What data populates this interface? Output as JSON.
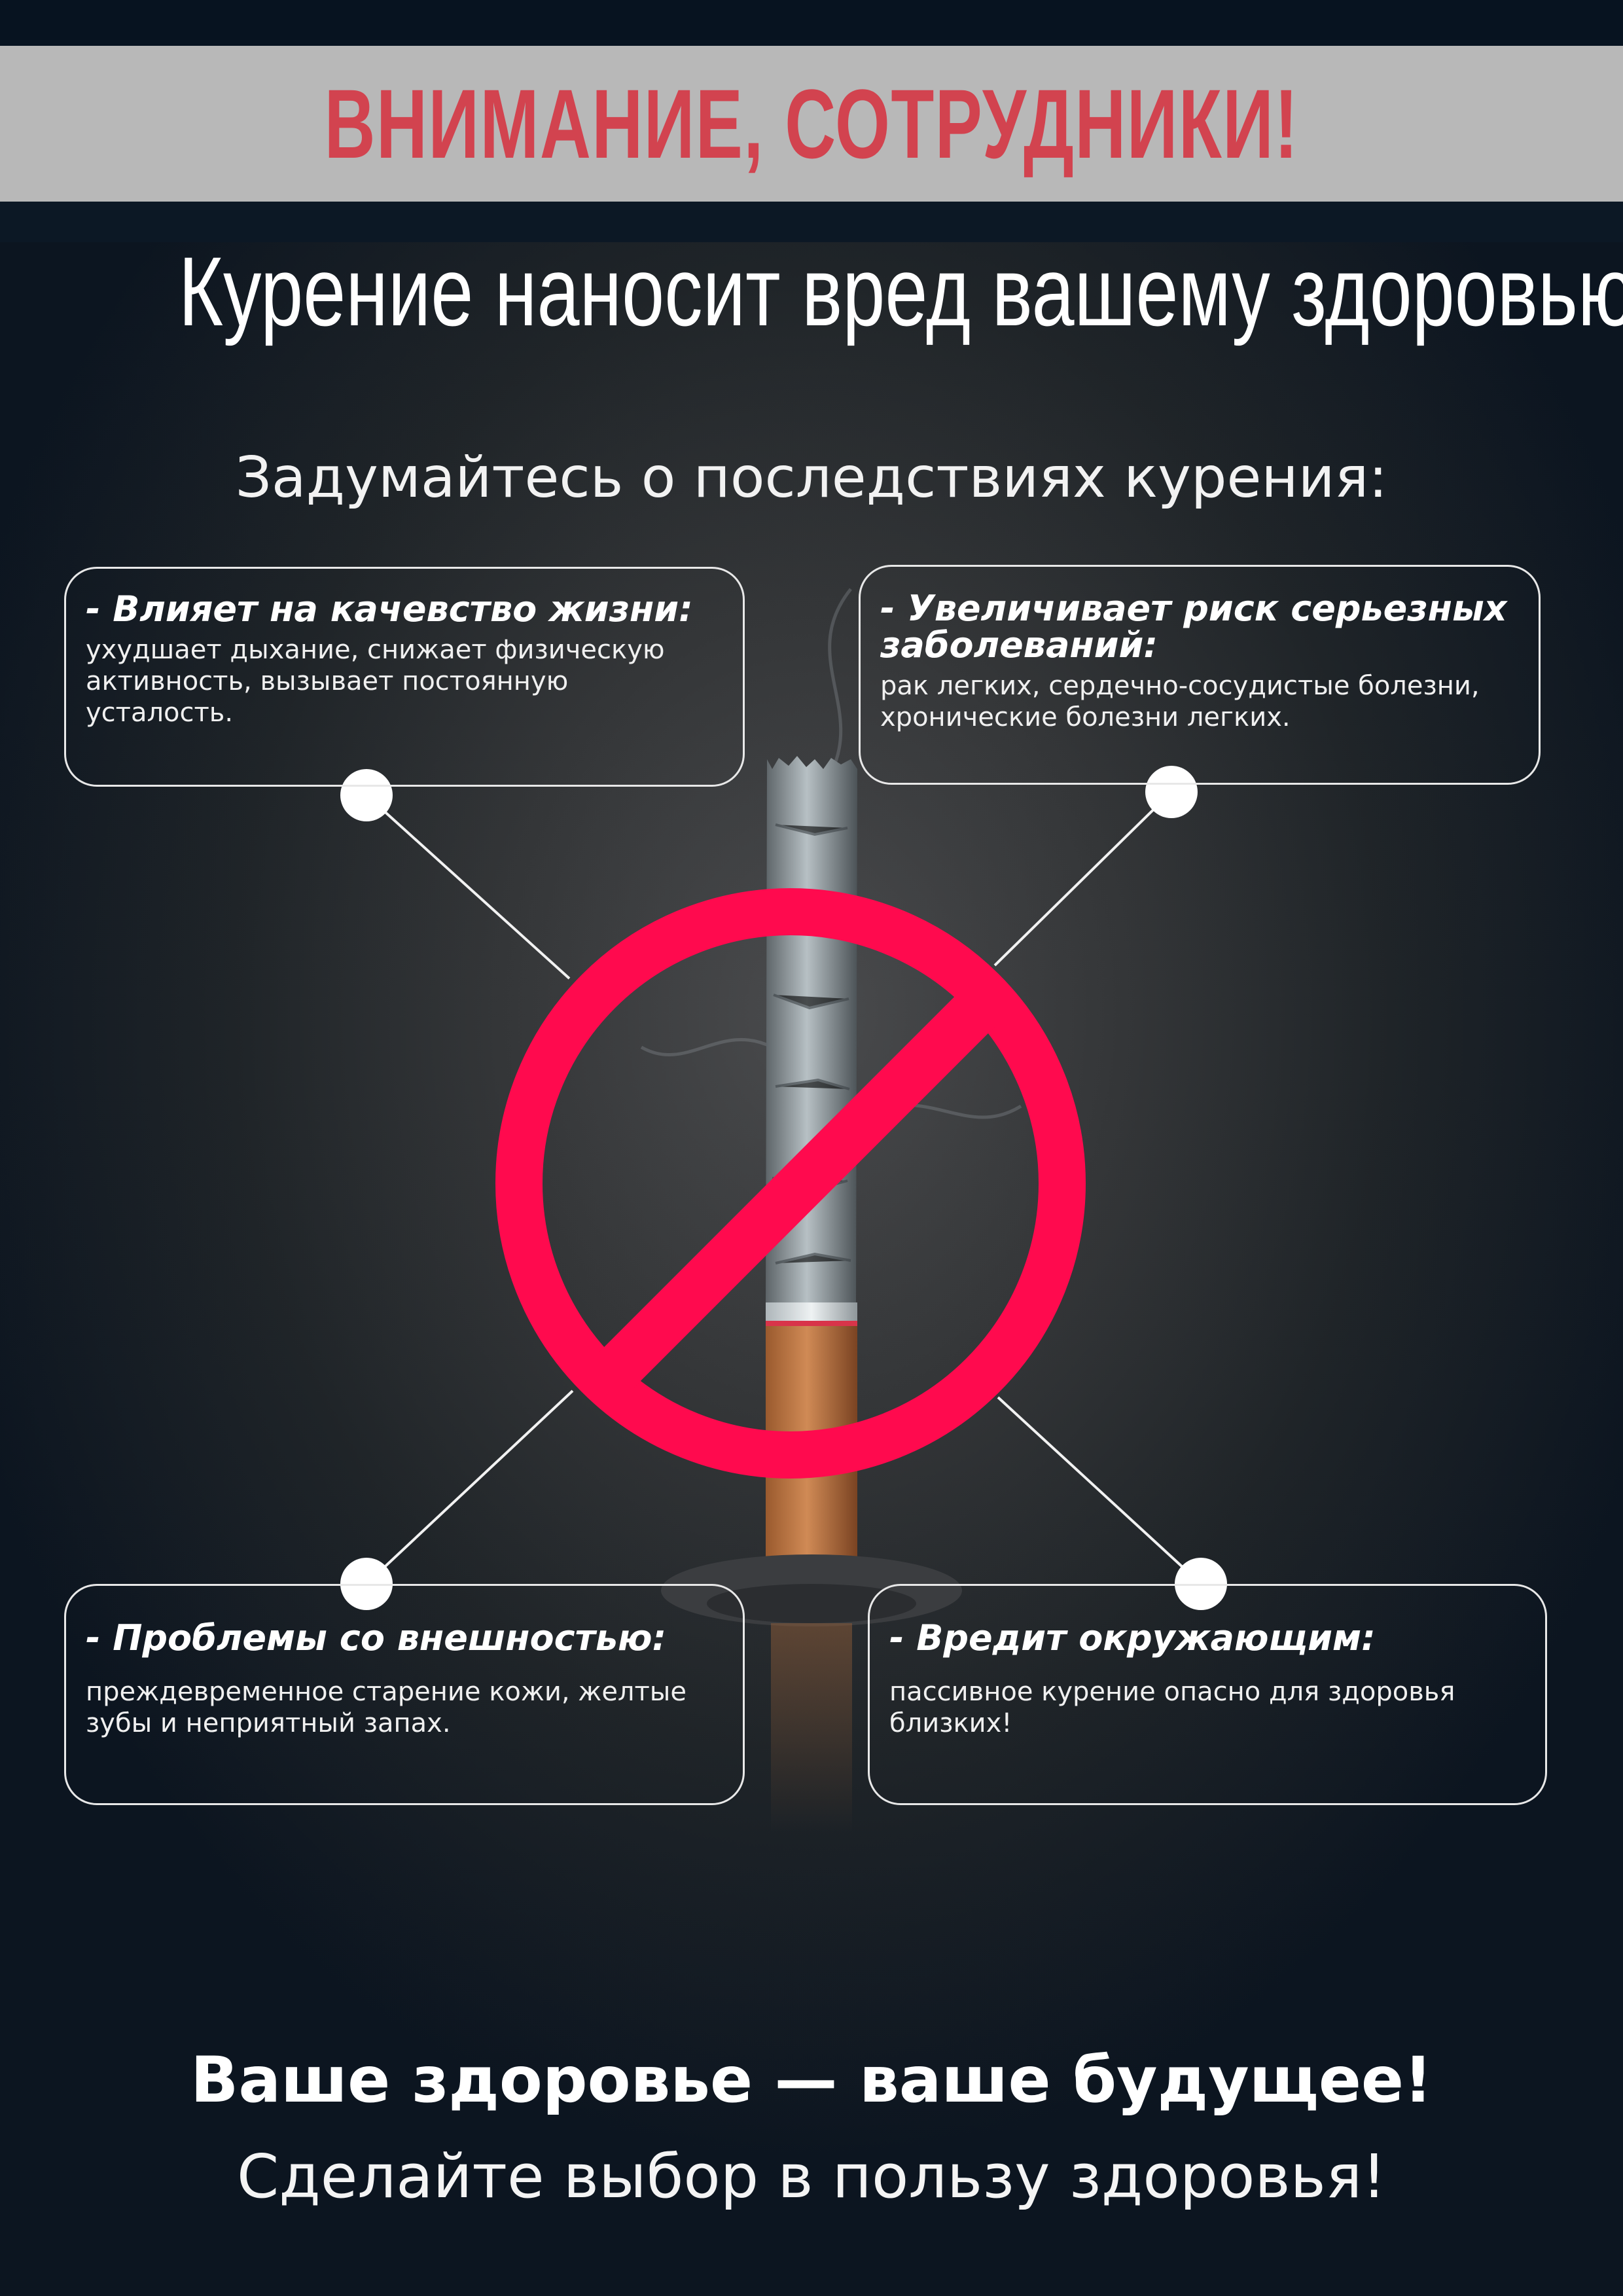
{
  "banner": {
    "title": "ВНИМАНИЕ, СОТРУДНИКИ!"
  },
  "headline": "Курение наносит вред вашему здоровью!",
  "subhead": "Задумайтесь о последствиях курения:",
  "cards": [
    {
      "title": "- Влияет на качевство жизни:",
      "text": "ухудшает дыхание, снижает физическую активность, вызывает постоянную усталость."
    },
    {
      "title": "- Увеличивает риск серьезных заболеваний:",
      "text": "рак легких, сердечно-сосудистые болезни, хронические болезни легких."
    },
    {
      "title": "- Проблемы со внешностью:",
      "text": "преждевременное старение кожи, желтые зубы и неприятный запах."
    },
    {
      "title": "- Вредит окружающим:",
      "text": "пассивное курение опасно для здоровья близких!"
    }
  ],
  "footer": {
    "title": "Ваше здоровье — ваше будущее!",
    "subtitle": "Сделайте выбор в пользу здоровья!"
  },
  "colors": {
    "banner_text": "#d2434f",
    "banner_bg": "#b8b8b8",
    "prohibition_sign": "#ff0a4e",
    "background": "#0c1520"
  },
  "icons": [
    "cigarette-illustration",
    "prohibition-sign-icon"
  ]
}
